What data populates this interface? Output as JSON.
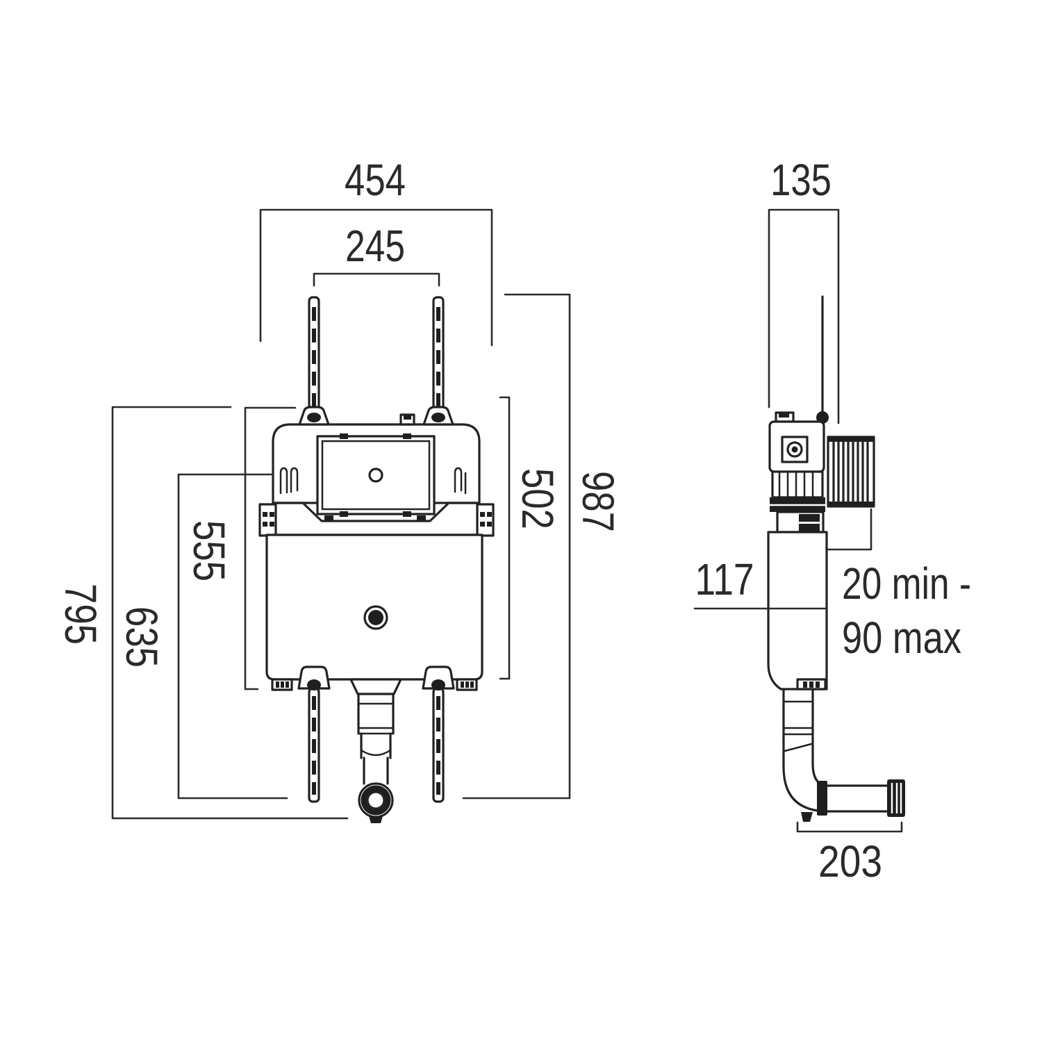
{
  "colors": {
    "background": "#ffffff",
    "line": "#222222",
    "text": "#2a2a2a"
  },
  "front_view": {
    "dimensions": {
      "overall_width": "454",
      "stud_centres": "245",
      "overall_height": "987",
      "tank_height": "502",
      "height_555": "555",
      "height_635": "635",
      "height_795": "795"
    }
  },
  "side_view": {
    "dimensions": {
      "frame_depth": "135",
      "level_117": "117",
      "adjust_range_line1": "20 min -",
      "adjust_range_line2": "90 max",
      "outlet_projection": "203"
    }
  }
}
